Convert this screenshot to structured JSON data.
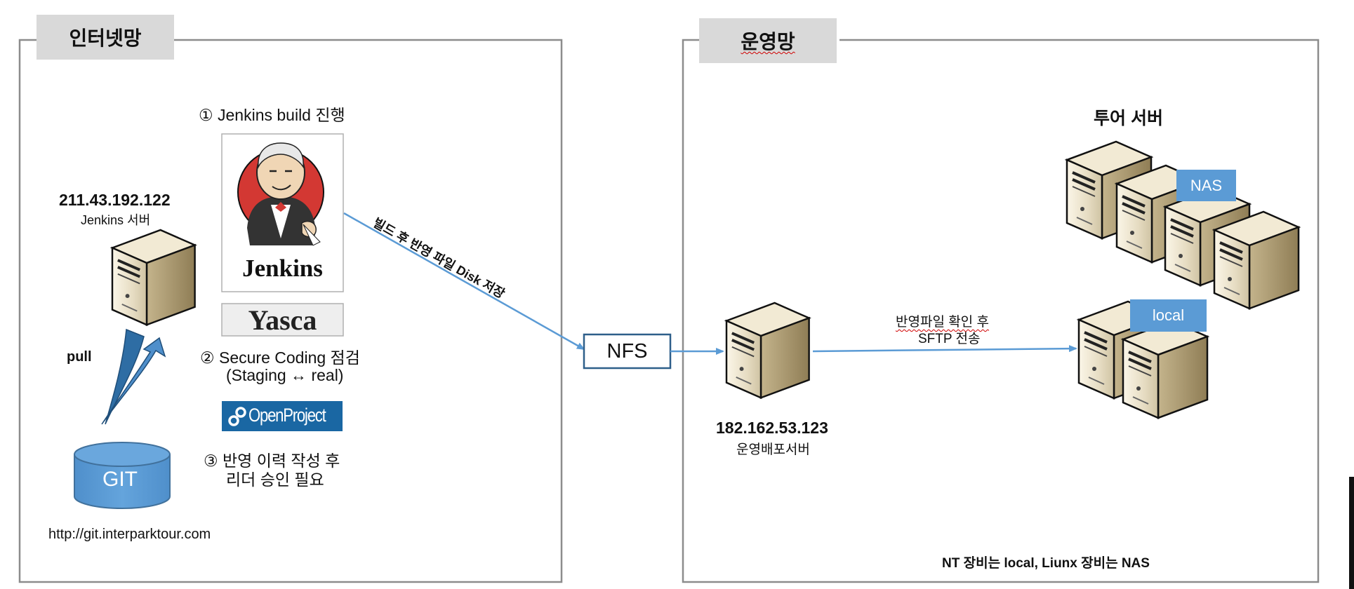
{
  "zones": {
    "internet_title": "인터넷망",
    "ops_title": "운영망"
  },
  "jenkins_server": {
    "ip": "211.43.192.122",
    "name": "Jenkins 서버"
  },
  "steps": {
    "step1": "① Jenkins build 진행",
    "step2_line1": "② Secure Coding 점검",
    "step2_line2": "(Staging ↔ real)",
    "step3_line1": "③ 반영 이력 작성 후",
    "step3_line2": "리더 승인 필요"
  },
  "logos": {
    "jenkins": "Jenkins",
    "yasca": "Yasca",
    "openproject": "OpenProject"
  },
  "git": {
    "label": "GIT",
    "pull_label": "pull",
    "url": "http://git.interparktour.com"
  },
  "flow": {
    "arrow_label": "빌드 후 반영 파일 Disk 저장",
    "nfs": "NFS",
    "transfer_line1": "반영파일 확인 후",
    "transfer_line2": "SFTP 전송"
  },
  "deploy_server": {
    "ip": "182.162.53.123",
    "name": "운영배포서버"
  },
  "tour_servers": {
    "title": "투어 서버",
    "nas_tag": "NAS",
    "local_tag": "local",
    "note": "NT 장비는 local, Liunx 장비는 NAS"
  },
  "colors": {
    "arrow": "#5b9bd5",
    "nfs_border": "#2e5f8a",
    "tag": "#5b9bd5",
    "zone_title_bg": "#d9d9d9",
    "git_fill": "#5b9bd5"
  }
}
